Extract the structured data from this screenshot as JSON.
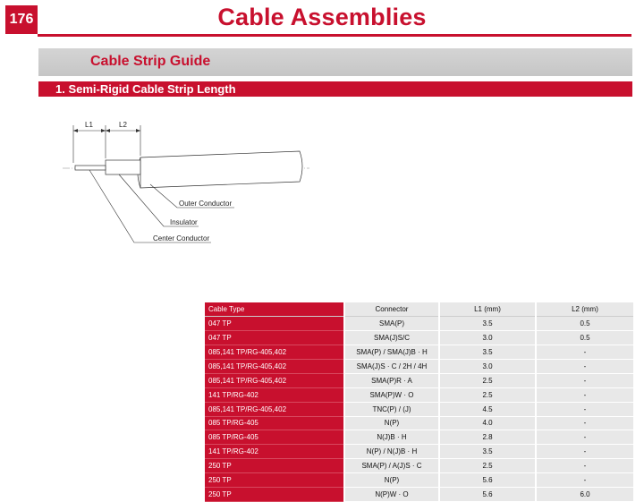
{
  "page": {
    "number": "176",
    "title": "Cable Assemblies",
    "section_title": "Cable Strip Guide",
    "subsection_title": "1. Semi-Rigid Cable Strip Length"
  },
  "diagram": {
    "labels": {
      "l1": "L1",
      "l2": "L2",
      "outer": "Outer Conductor",
      "insulator": "Insulator",
      "center": "Center Conductor"
    }
  },
  "table": {
    "headers": [
      "Cable Type",
      "Connector",
      "L1 (mm)",
      "L2 (mm)"
    ],
    "rows": [
      {
        "type": "047 TP",
        "connector": "SMA(P)",
        "l1": "3.5",
        "l2": "0.5"
      },
      {
        "type": "047 TP",
        "connector": "SMA(J)S/C",
        "l1": "3.0",
        "l2": "0.5"
      },
      {
        "type": "085,141 TP/RG-405,402",
        "connector": "SMA(P) / SMA(J)B · H",
        "l1": "3.5",
        "l2": "-"
      },
      {
        "type": "085,141 TP/RG-405,402",
        "connector": "SMA(J)S · C / 2H / 4H",
        "l1": "3.0",
        "l2": "-"
      },
      {
        "type": "085,141 TP/RG-405,402",
        "connector": "SMA(P)R · A",
        "l1": "2.5",
        "l2": "-"
      },
      {
        "type": "141 TP/RG-402",
        "connector": "SMA(P)W · O",
        "l1": "2.5",
        "l2": "-"
      },
      {
        "type": "085,141 TP/RG-405,402",
        "connector": "TNC(P) / (J)",
        "l1": "4.5",
        "l2": "-"
      },
      {
        "type": "085 TP/RG-405",
        "connector": "N(P)",
        "l1": "4.0",
        "l2": "-"
      },
      {
        "type": "085 TP/RG-405",
        "connector": "N(J)B · H",
        "l1": "2.8",
        "l2": "-"
      },
      {
        "type": "141 TP/RG-402",
        "connector": "N(P) / N(J)B · H",
        "l1": "3.5",
        "l2": "-"
      },
      {
        "type": "250 TP",
        "connector": "SMA(P) / A(J)S · C",
        "l1": "2.5",
        "l2": "-"
      },
      {
        "type": "250 TP",
        "connector": "N(P)",
        "l1": "5.6",
        "l2": "-"
      },
      {
        "type": "250 TP",
        "connector": "N(P)W · O",
        "l1": "5.6",
        "l2": "6.0"
      }
    ]
  },
  "colors": {
    "brand_red": "#c8102e",
    "section_gray": "#cccccc",
    "cell_gray": "#e8e8e8"
  }
}
